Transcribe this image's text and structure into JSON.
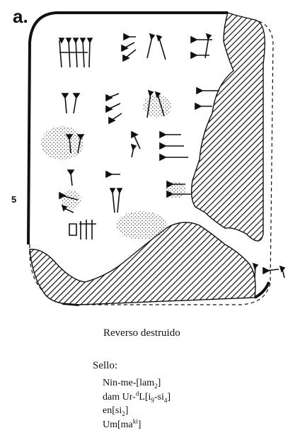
{
  "figure": {
    "label": "a.",
    "line_number": "5"
  },
  "caption": "Reverso destruido",
  "seal": {
    "heading": "Sello:",
    "lines": [
      {
        "parts": [
          {
            "t": "Nin-me-[lam"
          },
          {
            "sub": "2"
          },
          {
            "t": "]"
          }
        ]
      },
      {
        "parts": [
          {
            "t": "dam Ur-"
          },
          {
            "sup": "d"
          },
          {
            "t": "L[i"
          },
          {
            "sub": "9"
          },
          {
            "t": "-si"
          },
          {
            "sub": "4"
          },
          {
            "t": "]"
          }
        ]
      },
      {
        "parts": [
          {
            "t": "en[si"
          },
          {
            "sub": "2"
          },
          {
            "t": "]"
          }
        ]
      },
      {
        "parts": [
          {
            "t": "Um[ma"
          },
          {
            "sup": "ki"
          },
          {
            "t": "]"
          }
        ]
      }
    ]
  }
}
